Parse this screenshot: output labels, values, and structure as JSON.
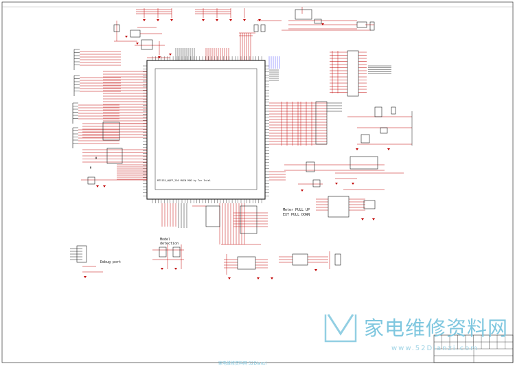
{
  "schematic": {
    "main_ic_caption": "MT5135_WQFP_256 MAIN MOD by Ter Intel",
    "labels": {
      "meter_pull_up": "Meter PULL UP",
      "ext_pull_down": "EXT PULL DOWN",
      "model_detection": "Model detection",
      "debug_port": "Debug port"
    }
  },
  "watermark": {
    "cn_text": "家电维修资料网",
    "url_text": "www.52Dianzi.com",
    "bottom_text": "家电维修资料网 52Dianzi"
  },
  "colors": {
    "wire": "#c00000",
    "part": "#1a1a1a",
    "net_bus": "#7a0f5a",
    "watermark": "#7fc7df"
  }
}
